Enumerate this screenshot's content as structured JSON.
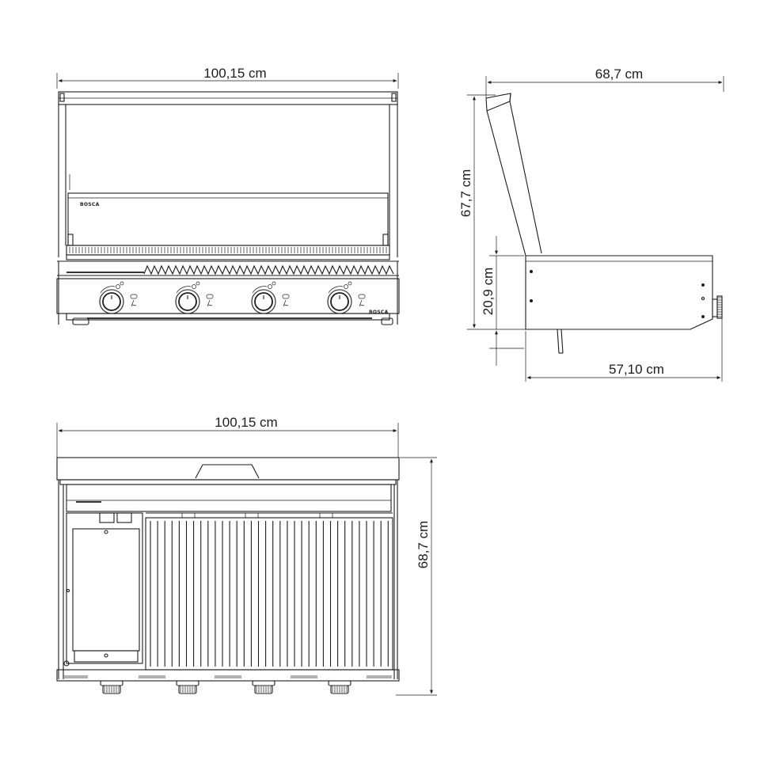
{
  "brand": {
    "logo_text": "BOSCA"
  },
  "views": {
    "front": {
      "width_label": "100,15 cm",
      "knobs": 4
    },
    "side": {
      "depth_label": "68,7 cm",
      "height_open_label": "67,7 cm",
      "height_closed_label": "20,9 cm",
      "base_depth_label": "57,10 cm"
    },
    "top": {
      "width_label": "100,15 cm",
      "depth_label": "68,7 cm",
      "knobs": 4
    }
  },
  "colors": {
    "line": "#1c1c1c",
    "background": "#ffffff"
  }
}
